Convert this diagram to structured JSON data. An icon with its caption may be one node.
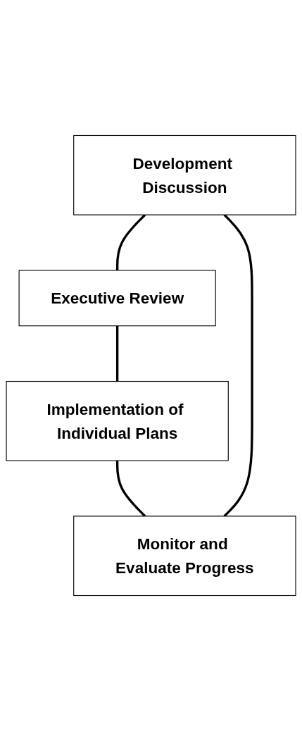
{
  "diagram": {
    "nodes": [
      {
        "text": [
          "Development Discussion"
        ]
      },
      {
        "text": [
          "Executive Review"
        ]
      },
      {
        "text": [
          "Implementation of Individual Plans"
        ]
      },
      {
        "text": [
          "Monitor and Evaluate Progress"
        ]
      }
    ],
    "edges": [
      {
        "from": 0,
        "to": 1,
        "arrow": "none"
      },
      {
        "from": 1,
        "to": 2,
        "arrow": "none"
      },
      {
        "from": 2,
        "to": 3,
        "arrow": "none"
      },
      {
        "from": 0,
        "to": 3,
        "arrow": "none"
      }
    ]
  }
}
